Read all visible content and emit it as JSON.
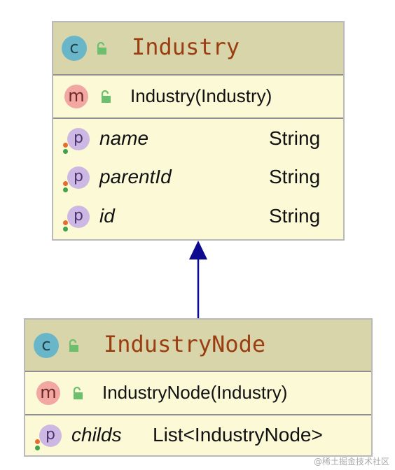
{
  "classes": {
    "industry": {
      "badge": "c",
      "name": "Industry",
      "constructor": {
        "badge": "m",
        "signature": "Industry(Industry)"
      },
      "fields": [
        {
          "badge": "p",
          "name": "name",
          "type": "String"
        },
        {
          "badge": "p",
          "name": "parentId",
          "type": "String"
        },
        {
          "badge": "p",
          "name": "id",
          "type": "String"
        }
      ]
    },
    "industry_node": {
      "badge": "c",
      "name": "IndustryNode",
      "constructor": {
        "badge": "m",
        "signature": "IndustryNode(Industry)"
      },
      "fields": [
        {
          "badge": "p",
          "name": "childs",
          "type": "List<IndustryNode>"
        }
      ]
    }
  },
  "relation": {
    "from": "IndustryNode",
    "to": "Industry",
    "kind": "extends",
    "color": "#0d0a8f"
  },
  "watermark": "@稀土掘金技术社区",
  "colors": {
    "class_body": "#fcf9d7",
    "class_header": "#d9d5ab",
    "title_text": "#9a3e12",
    "badge_c": "#6ab6c9",
    "badge_m": "#f2a7a3",
    "badge_p": "#cdb7e3",
    "lock_green": "#6cbf6c"
  }
}
